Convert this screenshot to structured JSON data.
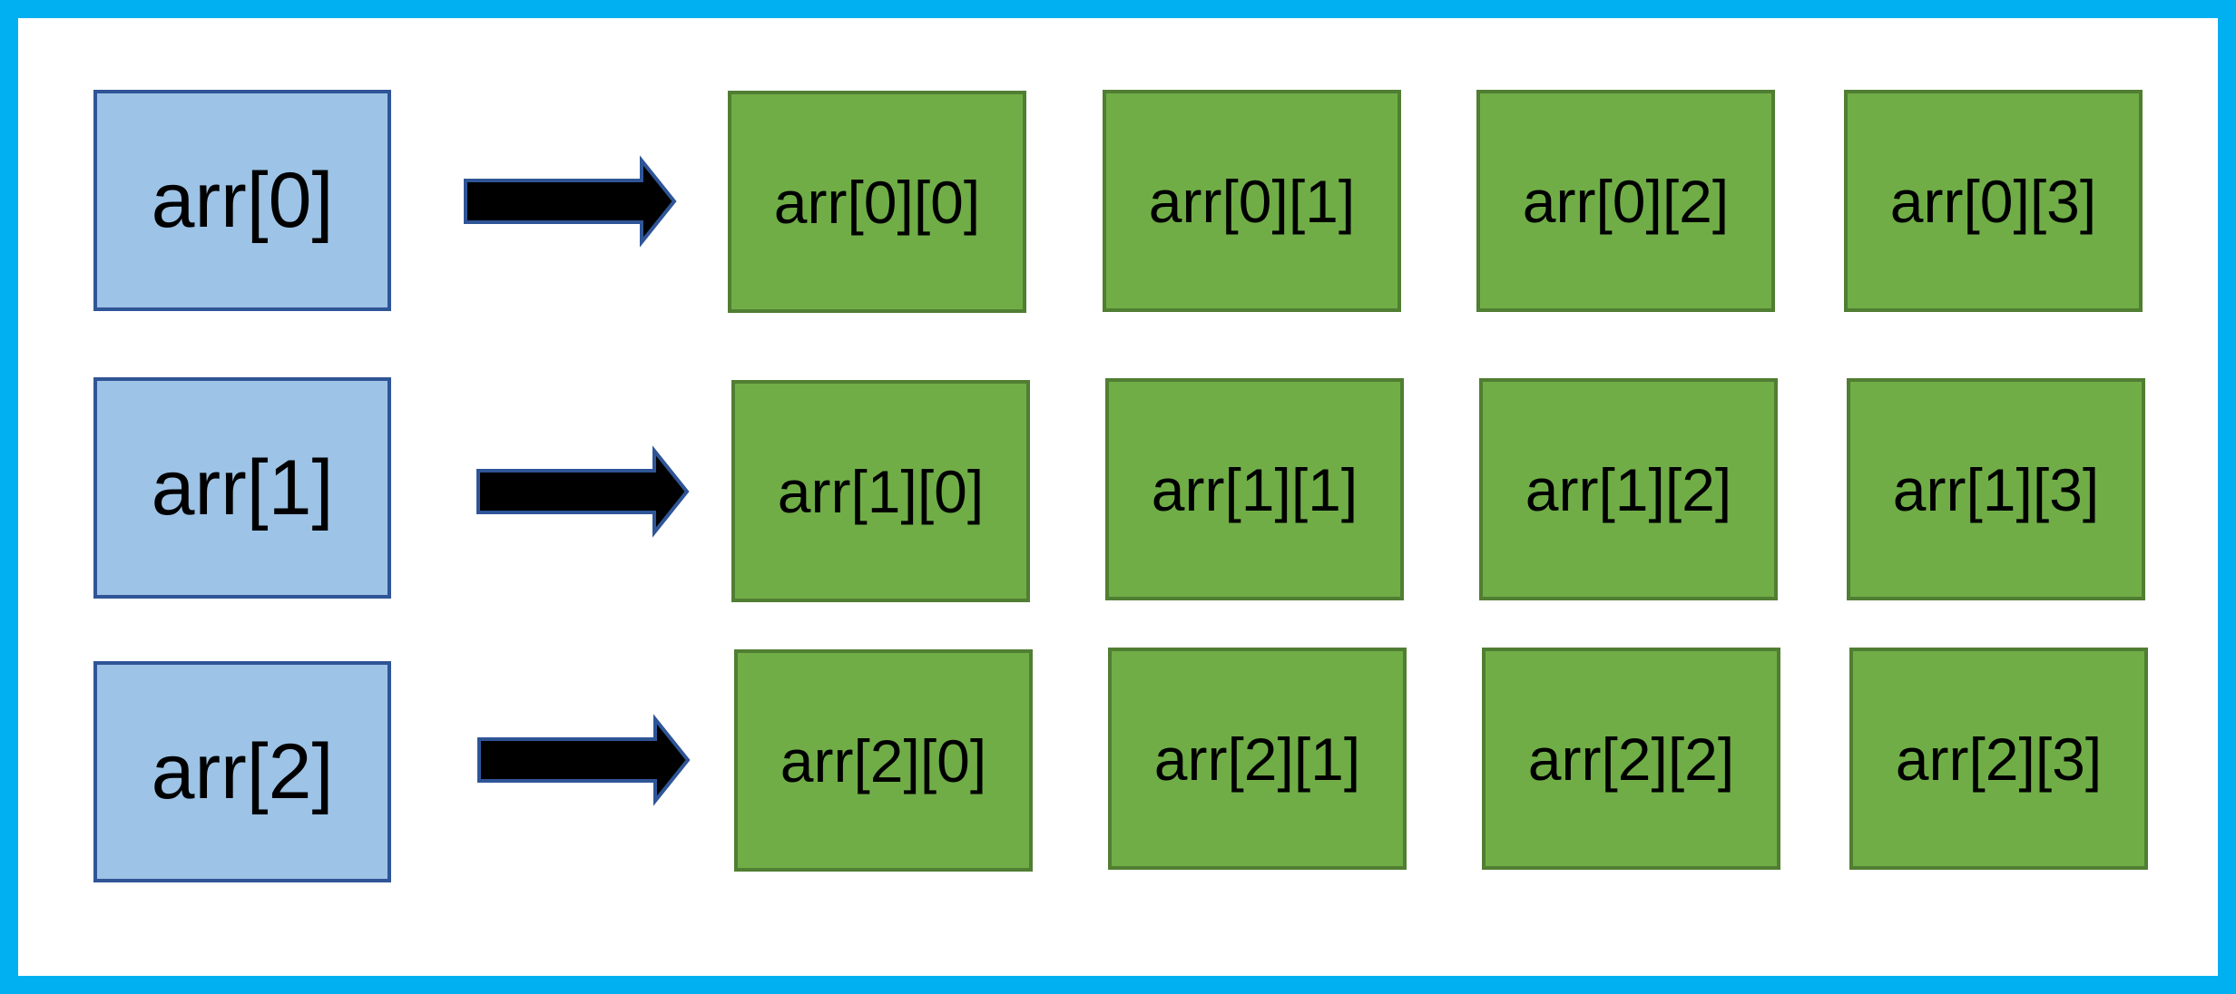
{
  "colors": {
    "frame": "#00b0f0",
    "row_fill": "#9dc3e6",
    "row_border": "#2f5597",
    "cell_fill": "#70ad47",
    "cell_border": "#507e32",
    "arrow_fill": "#000000",
    "arrow_border": "#2f5597"
  },
  "rows": [
    {
      "label": "arr[0]",
      "cells": [
        "arr[0][0]",
        "arr[0][1]",
        "arr[0][2]",
        "arr[0][3]"
      ]
    },
    {
      "label": "arr[1]",
      "cells": [
        "arr[1][0]",
        "arr[1][1]",
        "arr[1][2]",
        "arr[1][3]"
      ]
    },
    {
      "label": "arr[2]",
      "cells": [
        "arr[2][0]",
        "arr[2][1]",
        "arr[2][2]",
        "arr[2][3]"
      ]
    }
  ]
}
